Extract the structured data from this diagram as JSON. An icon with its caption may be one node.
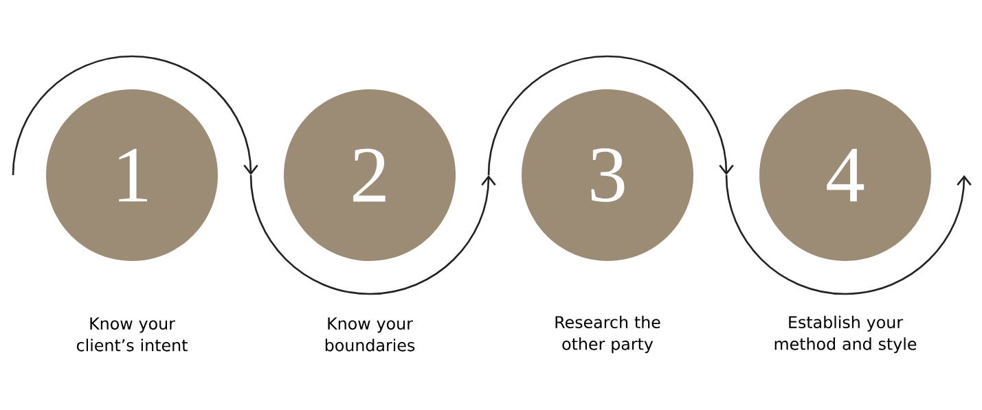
{
  "diagram": {
    "nodes": [
      {
        "text": [
          "1"
        ],
        "beside": [
          "Know your client’s intent"
        ]
      },
      {
        "text": [
          "2"
        ],
        "beside": [
          "Know your boundaries"
        ]
      },
      {
        "text": [
          "3"
        ],
        "beside": [
          "Research the other party"
        ]
      },
      {
        "text": [
          "4"
        ],
        "beside": [
          "Establish your method and style"
        ]
      }
    ],
    "edges": [
      {
        "from": null,
        "to": 1,
        "arrow": "to"
      },
      {
        "from": 0,
        "to": 2,
        "arrow": "to"
      },
      {
        "from": 1,
        "to": 3,
        "arrow": "to"
      },
      {
        "from": 2,
        "to": null,
        "arrow": "to"
      }
    ]
  }
}
